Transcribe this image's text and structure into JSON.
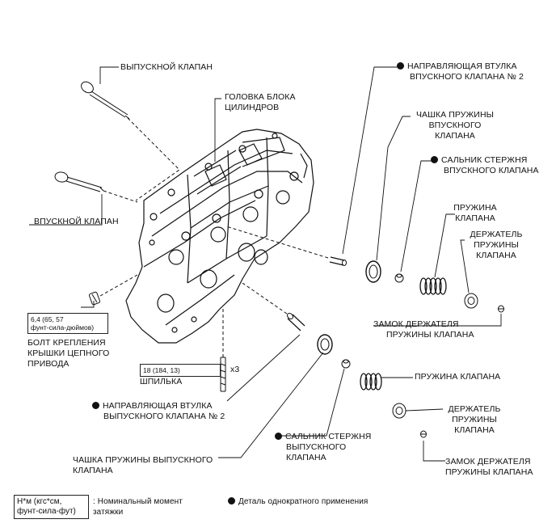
{
  "labels": {
    "exhaust_valve": "ВЫПУСКНОЙ КЛАПАН",
    "cylinder_head_1": "ГОЛОВКА БЛОКА",
    "cylinder_head_2": "ЦИЛИНДРОВ",
    "intake_valve": "ВПУСКНОЙ КЛАПАН",
    "intake_guide_1": "НАПРАВЛЯЮЩАЯ ВТУЛКА",
    "intake_guide_2": "ВПУСКНОГО КЛАПАНА № 2",
    "intake_seat_1": "ЧАШКА ПРУЖИНЫ",
    "intake_seat_2": "ВПУСКНОГО",
    "intake_seat_3": "КЛАПАНА",
    "intake_seal_1": "САЛЬНИК СТЕРЖНЯ",
    "intake_seal_2": "ВПУСКНОГО КЛАПАНА",
    "intake_spring_1": "ПРУЖИНА",
    "intake_spring_2": "КЛАПАНА",
    "intake_retainer_1": "ДЕРЖАТЕЛЬ",
    "intake_retainer_2": "ПРУЖИНЫ",
    "intake_retainer_3": "КЛАПАНА",
    "intake_lock_1": "ЗАМОК ДЕРЖАТЕЛЯ",
    "intake_lock_2": "ПРУЖИНЫ КЛАПАНА",
    "chain_bolt_1": "БОЛТ КРЕПЛЕНИЯ",
    "chain_bolt_2": "КРЫШКИ ЦЕПНОГО",
    "chain_bolt_3": "ПРИВОДА",
    "stud": "ШПИЛЬКА",
    "stud_qty": "x3",
    "exhaust_guide_1": "НАПРАВЛЯЮЩАЯ ВТУЛКА",
    "exhaust_guide_2": "ВЫПУСКНОГО КЛАПАНА № 2",
    "exhaust_seat_1": "ЧАШКА ПРУЖИНЫ ВЫПУСКНОГО",
    "exhaust_seat_2": "КЛАПАНА",
    "exhaust_seal_1": "САЛЬНИК СТЕРЖНЯ",
    "exhaust_seal_2": "ВЫПУСКНОГО",
    "exhaust_seal_3": "КЛАПАНА",
    "exhaust_spring": "ПРУЖИНА КЛАПАНА",
    "exhaust_retainer_1": "ДЕРЖАТЕЛЬ",
    "exhaust_retainer_2": "ПРУЖИНЫ",
    "exhaust_retainer_3": "КЛАПАНА",
    "exhaust_lock_1": "ЗАМОК ДЕРЖАТЕЛЯ",
    "exhaust_lock_2": "ПРУЖИНЫ КЛАПАНА"
  },
  "torque": {
    "chain_bolt_1": "6,4 (65, 57",
    "chain_bolt_2": "фунт-сила-дюймов)",
    "stud": "18 (184, 13)"
  },
  "legend": {
    "unit_1": "Н*м (кгс*см,",
    "unit_2": "фунт-сила-фут)",
    "torque_1": ": Номинальный момент",
    "torque_2": "затяжки",
    "single_use": "Деталь однократного применения"
  }
}
